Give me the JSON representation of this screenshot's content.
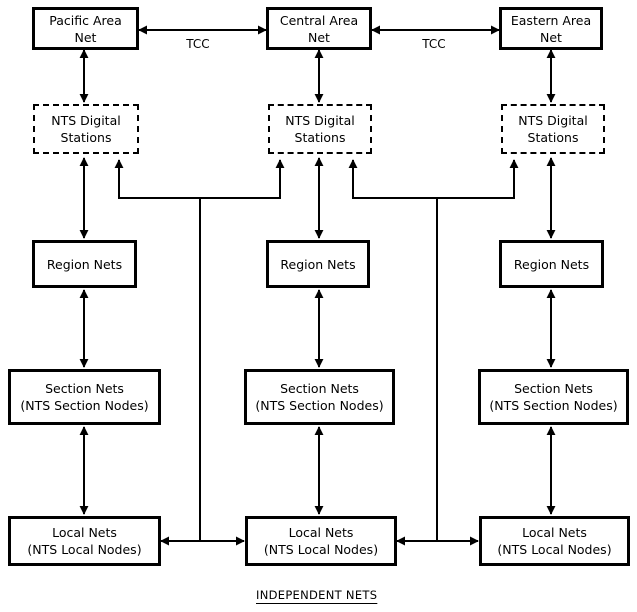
{
  "nodes": {
    "pacific_area": [
      "Pacific Area",
      "Net"
    ],
    "central_area": [
      "Central Area",
      "Net"
    ],
    "eastern_area": [
      "Eastern Area",
      "Net"
    ],
    "nts_digital_left": [
      "NTS Digital",
      "Stations"
    ],
    "nts_digital_center": [
      "NTS Digital",
      "Stations"
    ],
    "nts_digital_right": [
      "NTS Digital",
      "Stations"
    ],
    "region_left": [
      "Region Nets"
    ],
    "region_center": [
      "Region Nets"
    ],
    "region_right": [
      "Region Nets"
    ],
    "section_left": [
      "Section Nets",
      "(NTS Section Nodes)"
    ],
    "section_center": [
      "Section Nets",
      "(NTS Section Nodes)"
    ],
    "section_right": [
      "Section Nets",
      "(NTS Section Nodes)"
    ],
    "local_left": [
      "Local Nets",
      "(NTS Local Nodes)"
    ],
    "local_center": [
      "Local Nets",
      "(NTS Local Nodes)"
    ],
    "local_right": [
      "Local Nets",
      "(NTS Local Nodes)"
    ]
  },
  "edge_labels": {
    "tcc_left": "TCC",
    "tcc_right": "TCC"
  },
  "footer": "INDEPENDENT NETS"
}
